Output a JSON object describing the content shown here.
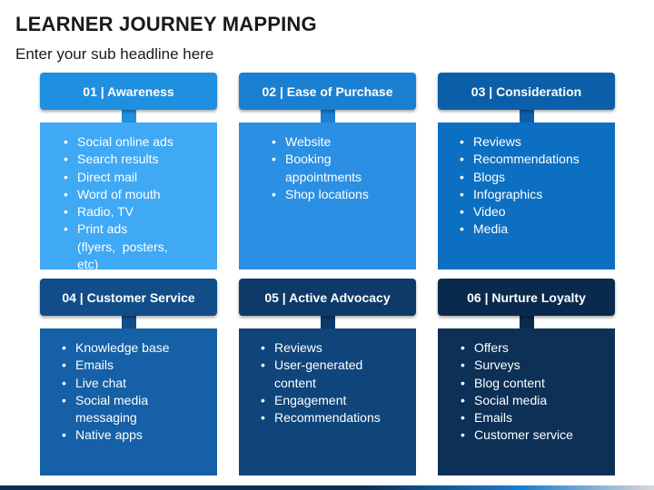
{
  "title": "LEARNER JOURNEY MAPPING",
  "subtitle": "Enter your sub headline here",
  "cards": [
    {
      "header": "01 | Awareness",
      "header_color": "#1f8fe0",
      "body_color": "#3fa9f5",
      "items": [
        "Social online ads",
        "Search results",
        "Direct mail",
        "Word of mouth",
        "Radio, TV",
        "Print ads (flyers,  posters, etc)"
      ]
    },
    {
      "header": "02 | Ease of Purchase",
      "header_color": "#1a7fd0",
      "body_color": "#2b8fe3",
      "items": [
        "Website",
        "Booking appointments",
        "Shop locations"
      ]
    },
    {
      "header": "03 | Consideration",
      "header_color": "#0b5fa8",
      "body_color": "#0c6fc2",
      "items": [
        "Reviews",
        "Recommendations",
        "Blogs",
        "Infographics",
        "Video",
        "Media"
      ]
    },
    {
      "header": "04 | Customer Service",
      "header_color": "#114d88",
      "body_color": "#1560a6",
      "items": [
        "Knowledge base",
        "Emails",
        "Live chat",
        "Social media messaging",
        "Native apps"
      ]
    },
    {
      "header": "05 | Active Advocacy",
      "header_color": "#0d3a68",
      "body_color": "#0f457b",
      "items": [
        "Reviews",
        "User-generated content",
        "Engagement",
        "Recommendations"
      ]
    },
    {
      "header": "06 | Nurture Loyalty",
      "header_color": "#0a2a4d",
      "body_color": "#0c3056",
      "items": [
        "Offers",
        "Surveys",
        "Blog content",
        "Social media",
        "Emails",
        "Customer service"
      ]
    }
  ]
}
